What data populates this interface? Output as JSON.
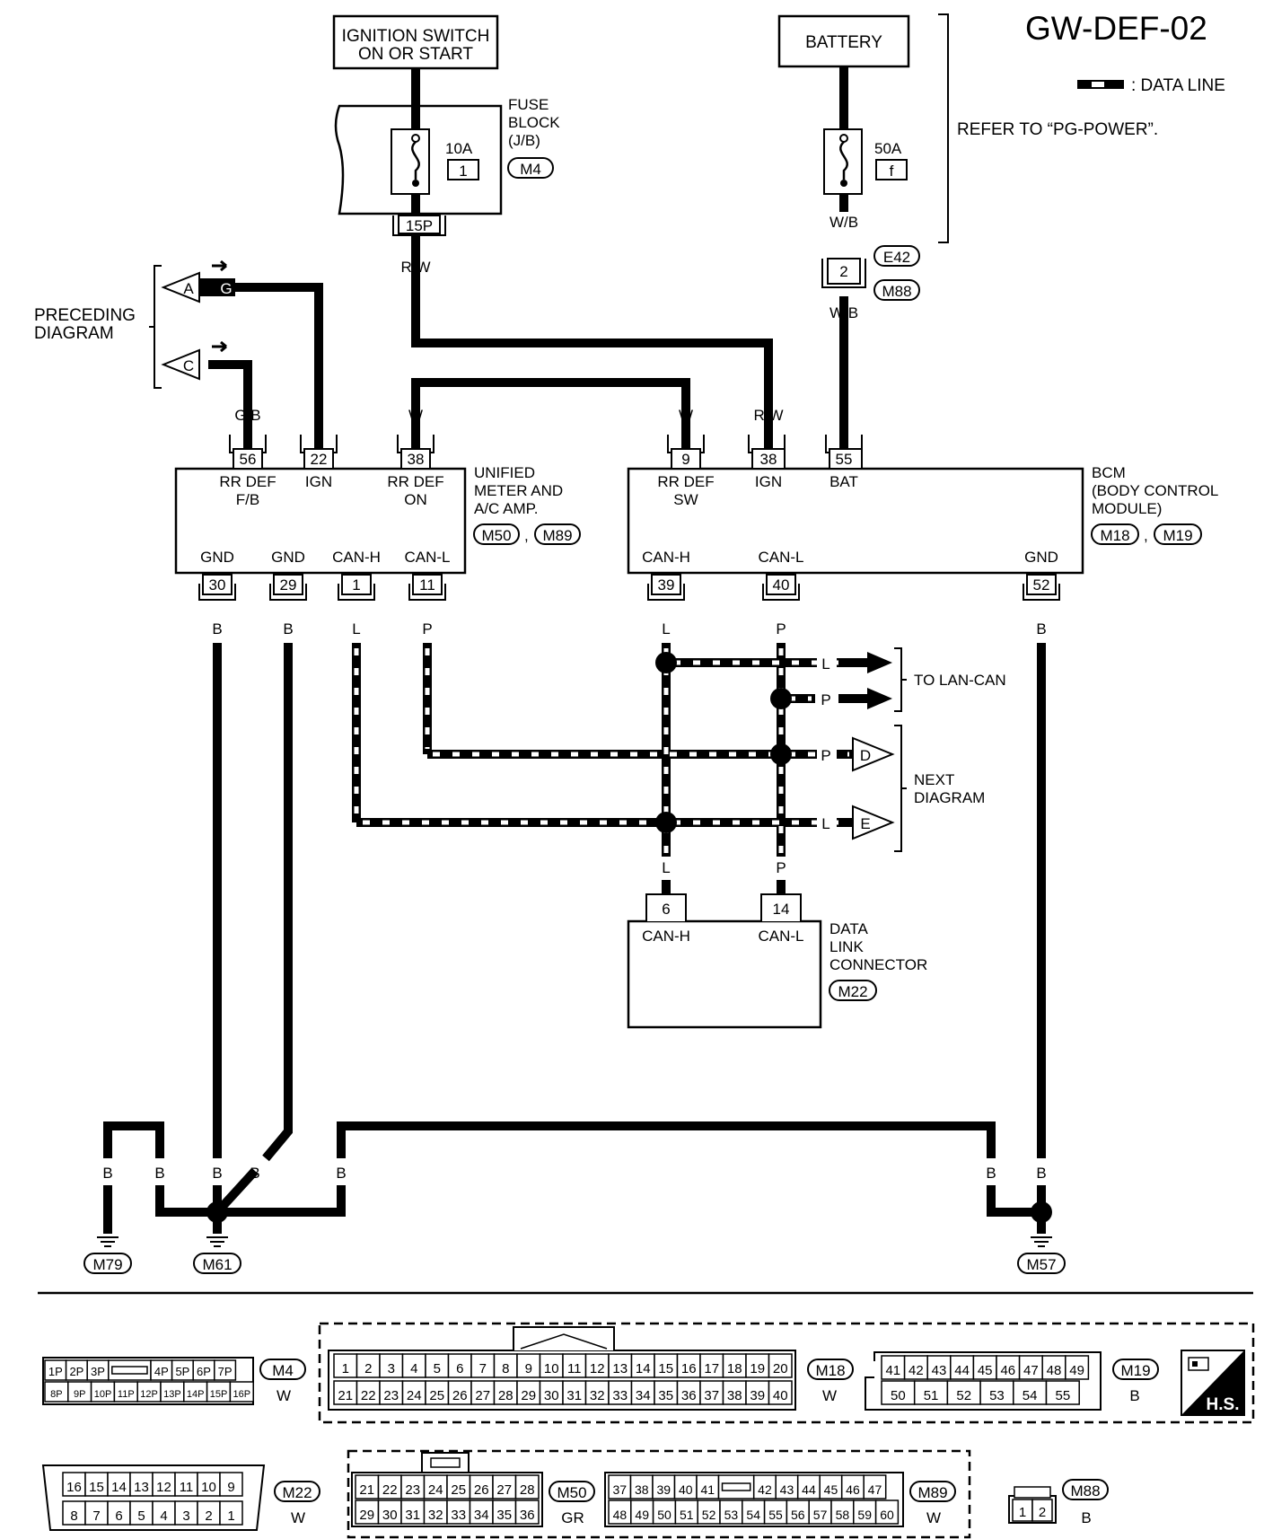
{
  "title": "GW-DEF-02",
  "legend": {
    "data_line": ": DATA LINE"
  },
  "refer_note": "REFER TO “PG-POWER”.",
  "ignition_switch": {
    "line1": "IGNITION SWITCH",
    "line2": "ON OR START"
  },
  "battery": {
    "label": "BATTERY"
  },
  "fuse_block": {
    "line1": "FUSE",
    "line2": "BLOCK",
    "line3": "(J/B)",
    "connector": "M4",
    "amp": "10A",
    "fuse_no": "1",
    "pin": "15P"
  },
  "fusible_link": {
    "amp": "50A",
    "fuse_no": "f"
  },
  "wire": {
    "rw": "R/W",
    "wb": "W/B",
    "g": "G",
    "gb": "G/B",
    "w": "W",
    "b": "B",
    "l": "L",
    "p": "P"
  },
  "e42_m88": {
    "pin": "2",
    "conn_top": "E42",
    "conn_bottom": "M88"
  },
  "preceding": {
    "line1": "PRECEDING",
    "line2": "DIAGRAM",
    "a": "A",
    "c": "C"
  },
  "next": {
    "line1": "NEXT",
    "line2": "DIAGRAM",
    "d": "D",
    "e": "E"
  },
  "to_lan_can": "TO LAN-CAN",
  "meter": {
    "line1": "UNIFIED",
    "line2": "METER AND",
    "line3": "A/C AMP.",
    "conn1": "M50",
    "conn2": "M89",
    "sep": ",",
    "pins_top": [
      "56",
      "22",
      "38"
    ],
    "labels_top": [
      "RR DEF",
      "F/B",
      "IGN",
      "RR DEF",
      "ON"
    ],
    "pins_bottom": [
      "30",
      "29",
      "1",
      "11"
    ],
    "labels_bottom": [
      "GND",
      "GND",
      "CAN-H",
      "CAN-L"
    ]
  },
  "bcm": {
    "line1": "BCM",
    "line2": "(BODY CONTROL",
    "line3": "MODULE)",
    "conn1": "M18",
    "conn2": "M19",
    "sep": ",",
    "pins_top": [
      "9",
      "38",
      "55"
    ],
    "labels_top": [
      "RR DEF",
      "SW",
      "IGN",
      "BAT"
    ],
    "pins_bottom": [
      "39",
      "40",
      "52"
    ],
    "labels_bottom": [
      "CAN-H",
      "CAN-L",
      "GND"
    ]
  },
  "dlc": {
    "line1": "DATA",
    "line2": "LINK",
    "line3": "CONNECTOR",
    "conn": "M22",
    "pins": [
      "6",
      "14"
    ],
    "labels": [
      "CAN-H",
      "CAN-L"
    ]
  },
  "grounds": [
    "M79",
    "M61",
    "M57"
  ],
  "connectors": {
    "m4": {
      "id": "M4",
      "color": "W",
      "row1": [
        "1P",
        "2P",
        "3P",
        "",
        "4P",
        "5P",
        "6P",
        "7P"
      ],
      "row2": [
        "8P",
        "9P",
        "10P",
        "11P",
        "12P",
        "13P",
        "14P",
        "15P",
        "16P"
      ]
    },
    "m18": {
      "id": "M18",
      "color": "W",
      "row1": [
        "1",
        "2",
        "3",
        "4",
        "5",
        "6",
        "7",
        "8",
        "9",
        "10",
        "11",
        "12",
        "13",
        "14",
        "15",
        "16",
        "17",
        "18",
        "19",
        "20"
      ],
      "row2": [
        "21",
        "22",
        "23",
        "24",
        "25",
        "26",
        "27",
        "28",
        "29",
        "30",
        "31",
        "32",
        "33",
        "34",
        "35",
        "36",
        "37",
        "38",
        "39",
        "40"
      ]
    },
    "m19": {
      "id": "M19",
      "color": "B",
      "row1": [
        "41",
        "42",
        "43",
        "44",
        "45",
        "46",
        "47",
        "48",
        "49"
      ],
      "row2": [
        "50",
        "51",
        "52",
        "53",
        "54",
        "55"
      ]
    },
    "m22": {
      "id": "M22",
      "color": "W",
      "row1": [
        "16",
        "15",
        "14",
        "13",
        "12",
        "11",
        "10",
        "9"
      ],
      "row2": [
        "8",
        "7",
        "6",
        "5",
        "4",
        "3",
        "2",
        "1"
      ]
    },
    "m50": {
      "id": "M50",
      "color": "GR",
      "row1": [
        "21",
        "22",
        "23",
        "24",
        "25",
        "26",
        "27",
        "28"
      ],
      "row2": [
        "29",
        "30",
        "31",
        "32",
        "33",
        "34",
        "35",
        "36"
      ]
    },
    "m89": {
      "id": "M89",
      "color": "W",
      "row1": [
        "37",
        "38",
        "39",
        "40",
        "41",
        "",
        "42",
        "43",
        "44",
        "45",
        "46",
        "47"
      ],
      "row2": [
        "48",
        "49",
        "50",
        "51",
        "52",
        "53",
        "54",
        "55",
        "56",
        "57",
        "58",
        "59",
        "60"
      ]
    },
    "m88": {
      "id": "M88",
      "color": "B",
      "row1": [
        "1",
        "2"
      ]
    }
  },
  "hs_badge": "H.S."
}
